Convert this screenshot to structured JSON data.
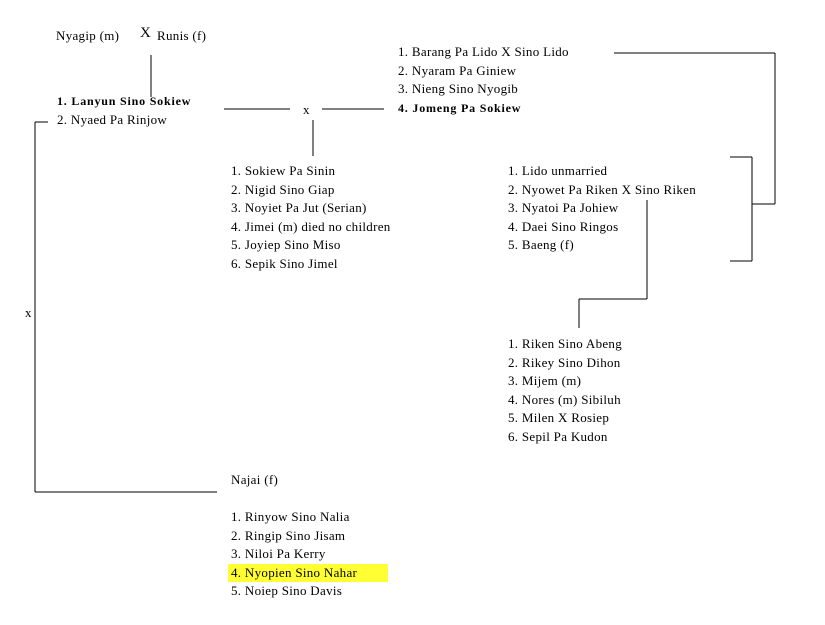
{
  "top_couple": {
    "husband": "Nyagip  (m)",
    "x": "X",
    "wife": "Runis (f)"
  },
  "left_spouses": {
    "first": "1. Lanyun Sino Sokiew",
    "second": "2. Nyaed Pa Rinjow"
  },
  "mid_x": "x",
  "left_x": "x",
  "right_spouses": [
    {
      "text": "1. Barang Pa Lido  X Sino Lido",
      "bold": false
    },
    {
      "text": "2. Nyaram Pa Giniew",
      "bold": false
    },
    {
      "text": "3. Nieng Sino Nyogib",
      "bold": false
    },
    {
      "text": "4. Jomeng Pa Sokiew",
      "bold": true
    }
  ],
  "children_lanyun_jomeng": [
    "1. Sokiew Pa Sinin",
    "2. Nigid Sino Giap",
    "3. Noyiet Pa Jut (Serian)",
    "4. Jimei (m) died no children",
    "5. Joyiep Sino Miso",
    "6. Sepik Sino Jimel"
  ],
  "children_barang_lido": [
    "1. Lido unmarried",
    "2. Nyowet Pa Riken X Sino Riken",
    "3. Nyatoi Pa Johiew",
    "4. Daei Sino Ringos",
    "5. Baeng (f)"
  ],
  "children_nyowet_riken": [
    "1. Riken Sino Abeng",
    "2. Rikey Sino Dihon",
    "3. Mijem (m)",
    "4. Nores (m) Sibiluh",
    "5. Milen X Rosiep",
    "6. Sepil Pa Kudon"
  ],
  "najai": {
    "name": "Najai (f)",
    "children": [
      "1. Rinyow Sino Nalia",
      "2. Ringip Sino Jisam",
      "3. Niloi Pa Kerry",
      "4. Nyopien Sino Nahar",
      "5. Noiep Sino Davis"
    ],
    "highlight_index": 3,
    "highlight_color": "#ffff33"
  }
}
